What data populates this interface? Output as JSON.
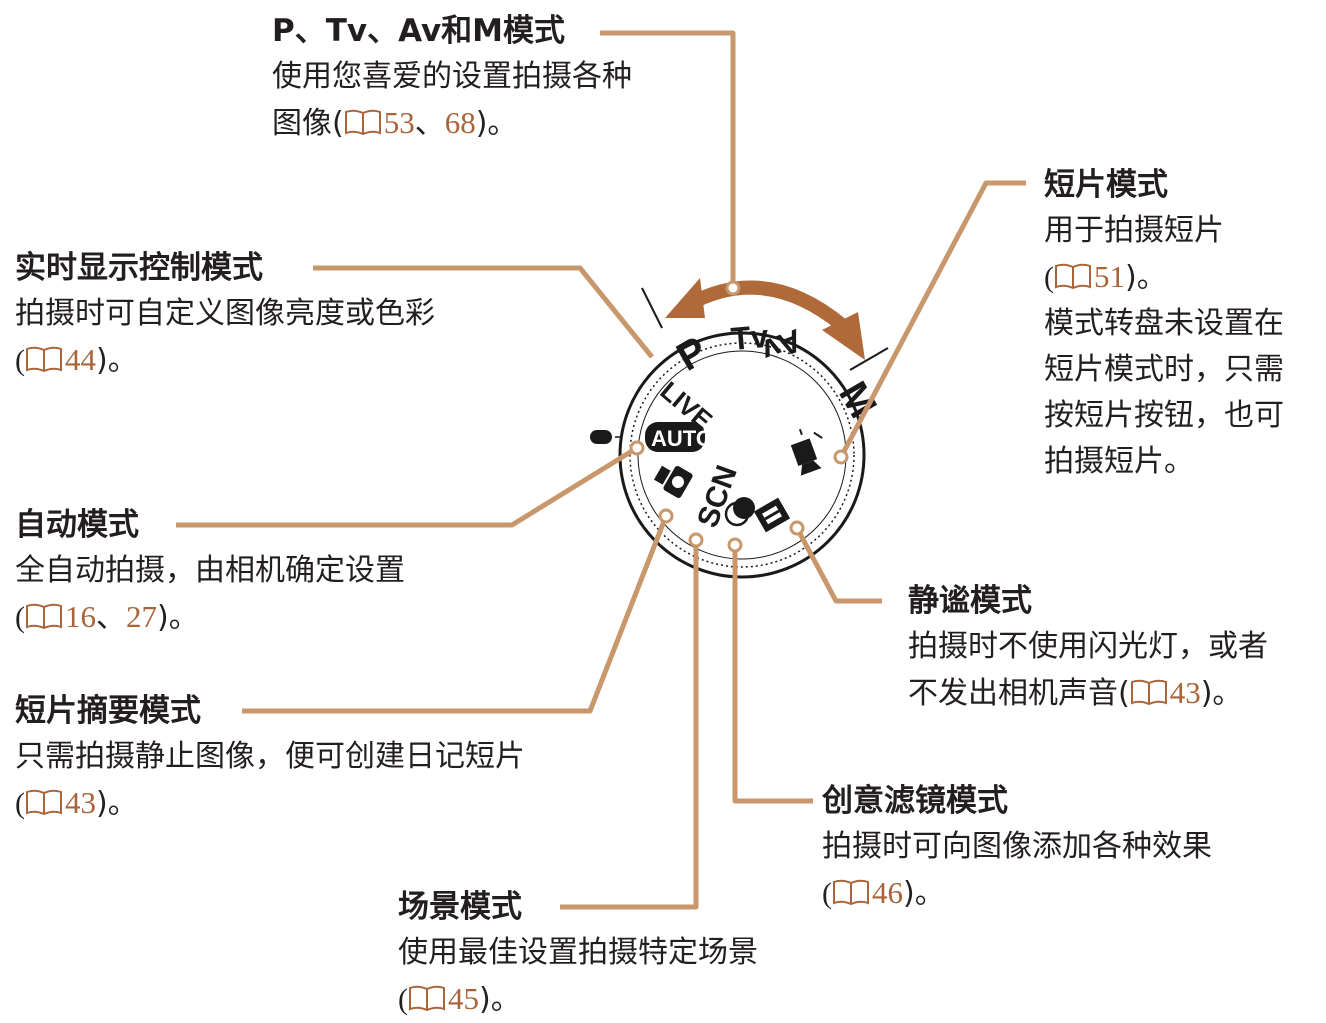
{
  "colors": {
    "leader_line": "#c8976b",
    "arrow": "#b06a3a",
    "ref_text": "#a9643a",
    "text": "#231f20",
    "dial": "#1a1a1a"
  },
  "dial": {
    "labels": [
      "P",
      "Tv",
      "Av",
      "M",
      "LIVE",
      "AUTO",
      "SCN"
    ],
    "icons": [
      "movie-icon",
      "movie-digest-icon",
      "creative-filter-icon",
      "discreet-icon"
    ]
  },
  "callouts": {
    "pasm": {
      "title": "P、Tv、Av和M模式",
      "desc_1": "使用您喜爱的设置拍摄各种",
      "desc_2_prefix": "图像(",
      "ref_1": "53",
      "sep": "、",
      "ref_2": "68",
      "desc_2_suffix": ")。"
    },
    "live": {
      "title": "实时显示控制模式",
      "desc_1": "拍摄时可自定义图像亮度或色彩",
      "prefix": "(",
      "ref": "44",
      "suffix": ")。"
    },
    "auto": {
      "title": "自动模式",
      "desc_1": "全自动拍摄，由相机确定设置",
      "prefix": "(",
      "ref_1": "16",
      "sep": "、",
      "ref_2": "27",
      "suffix": ")。"
    },
    "digest": {
      "title": "短片摘要模式",
      "desc_1": "只需拍摄静止图像，便可创建日记短片",
      "prefix": "(",
      "ref": "43",
      "suffix": ")。"
    },
    "scene": {
      "title": "场景模式",
      "desc_1": "使用最佳设置拍摄特定场景",
      "prefix": "(",
      "ref": "45",
      "suffix": ")。"
    },
    "creative": {
      "title": "创意滤镜模式",
      "desc_1": "拍摄时可向图像添加各种效果",
      "prefix": "(",
      "ref": "46",
      "suffix": ")。"
    },
    "discreet": {
      "title": "静谧模式",
      "desc_1": "拍摄时不使用闪光灯，或者",
      "desc_2_prefix": "不发出相机声音(",
      "ref": "43",
      "suffix": ")。"
    },
    "movie": {
      "title": "短片模式",
      "desc_1": "用于拍摄短片",
      "prefix": "(",
      "ref": "51",
      "suffix": ")。",
      "desc_3": "模式转盘未设置在",
      "desc_4": "短片模式时，只需",
      "desc_5": "按短片按钮，也可",
      "desc_6": "拍摄短片。"
    }
  }
}
